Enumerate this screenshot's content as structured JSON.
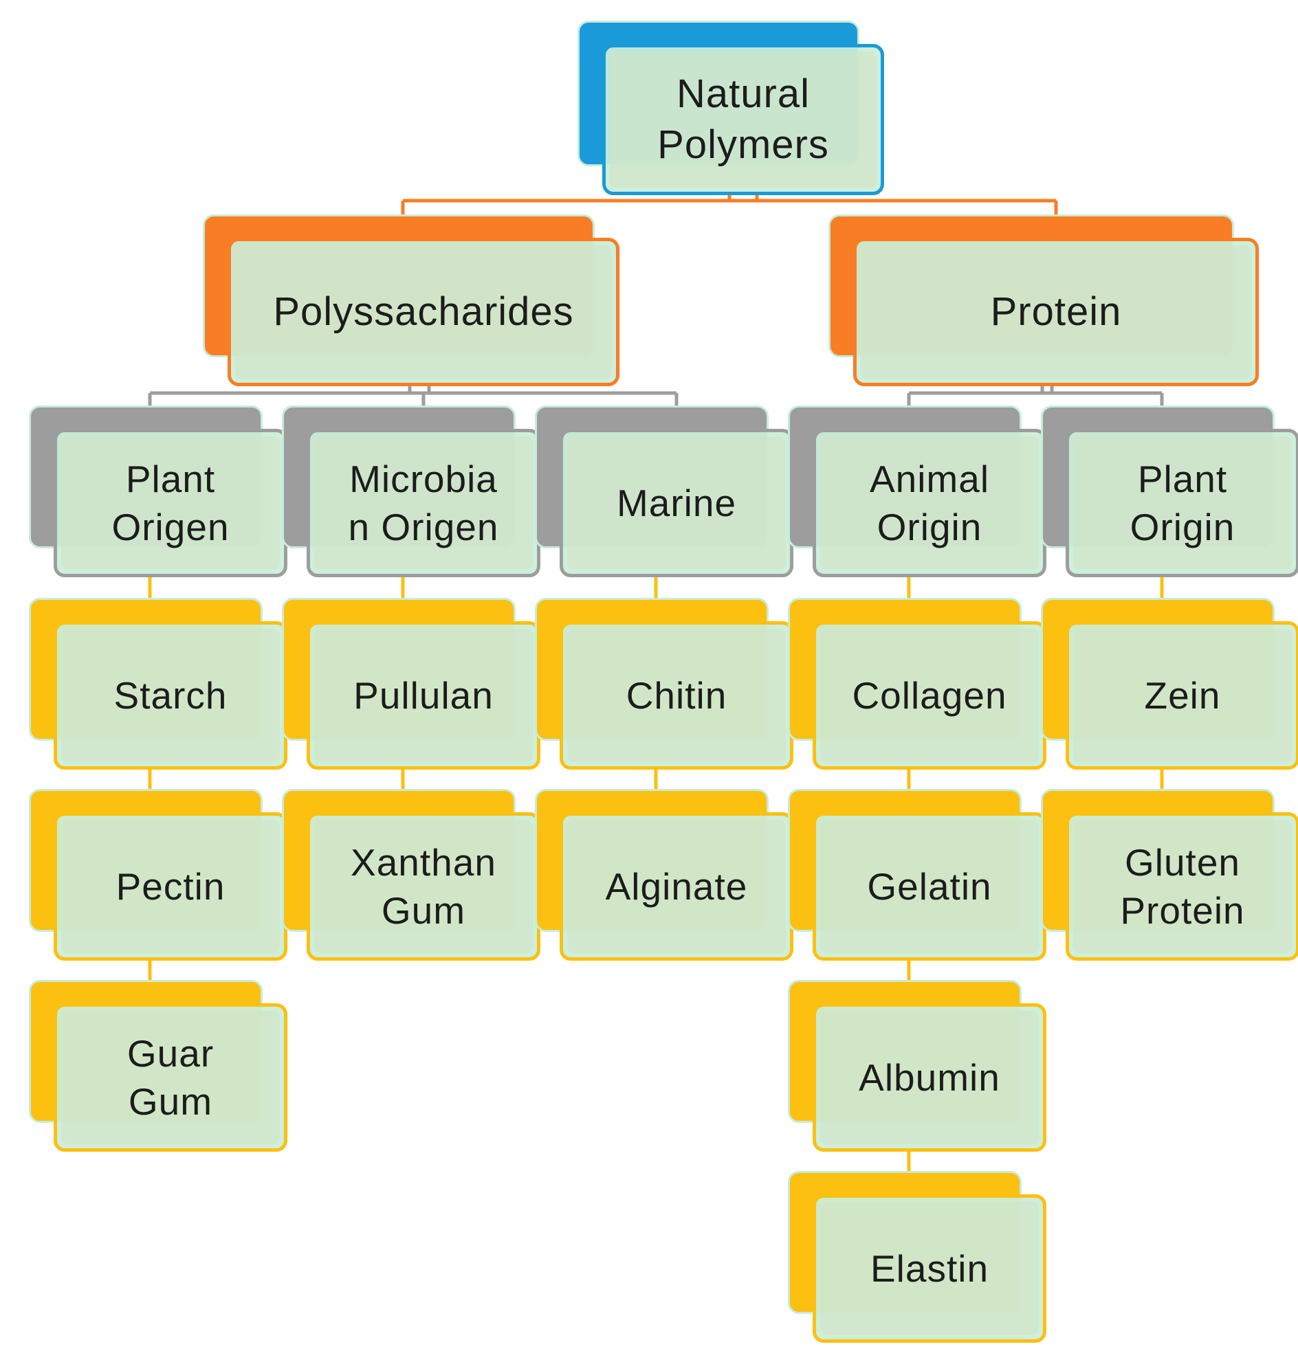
{
  "colors": {
    "root": "#1a9ad8",
    "category": "#f97d24",
    "subcategory": "#9d9d9d",
    "item": "#fcc010"
  },
  "diagram": {
    "root": {
      "label": "Natural\nPolymers"
    },
    "categories": [
      {
        "label": "Polyssacharides",
        "groups": [
          {
            "label": "Plant\nOrigen",
            "items": [
              "Starch",
              "Pectin",
              "Guar\nGum"
            ]
          },
          {
            "label": "Microbia\nn Origen",
            "items": [
              "Pullulan",
              "Xanthan\nGum"
            ]
          },
          {
            "label": "Marine",
            "items": [
              "Chitin",
              "Alginate"
            ]
          }
        ]
      },
      {
        "label": "Protein",
        "groups": [
          {
            "label": "Animal\nOrigin",
            "items": [
              "Collagen",
              "Gelatin",
              "Albumin",
              "Elastin"
            ]
          },
          {
            "label": "Plant\nOrigin",
            "items": [
              "Zein",
              "Gluten\nProtein"
            ]
          }
        ]
      }
    ]
  }
}
